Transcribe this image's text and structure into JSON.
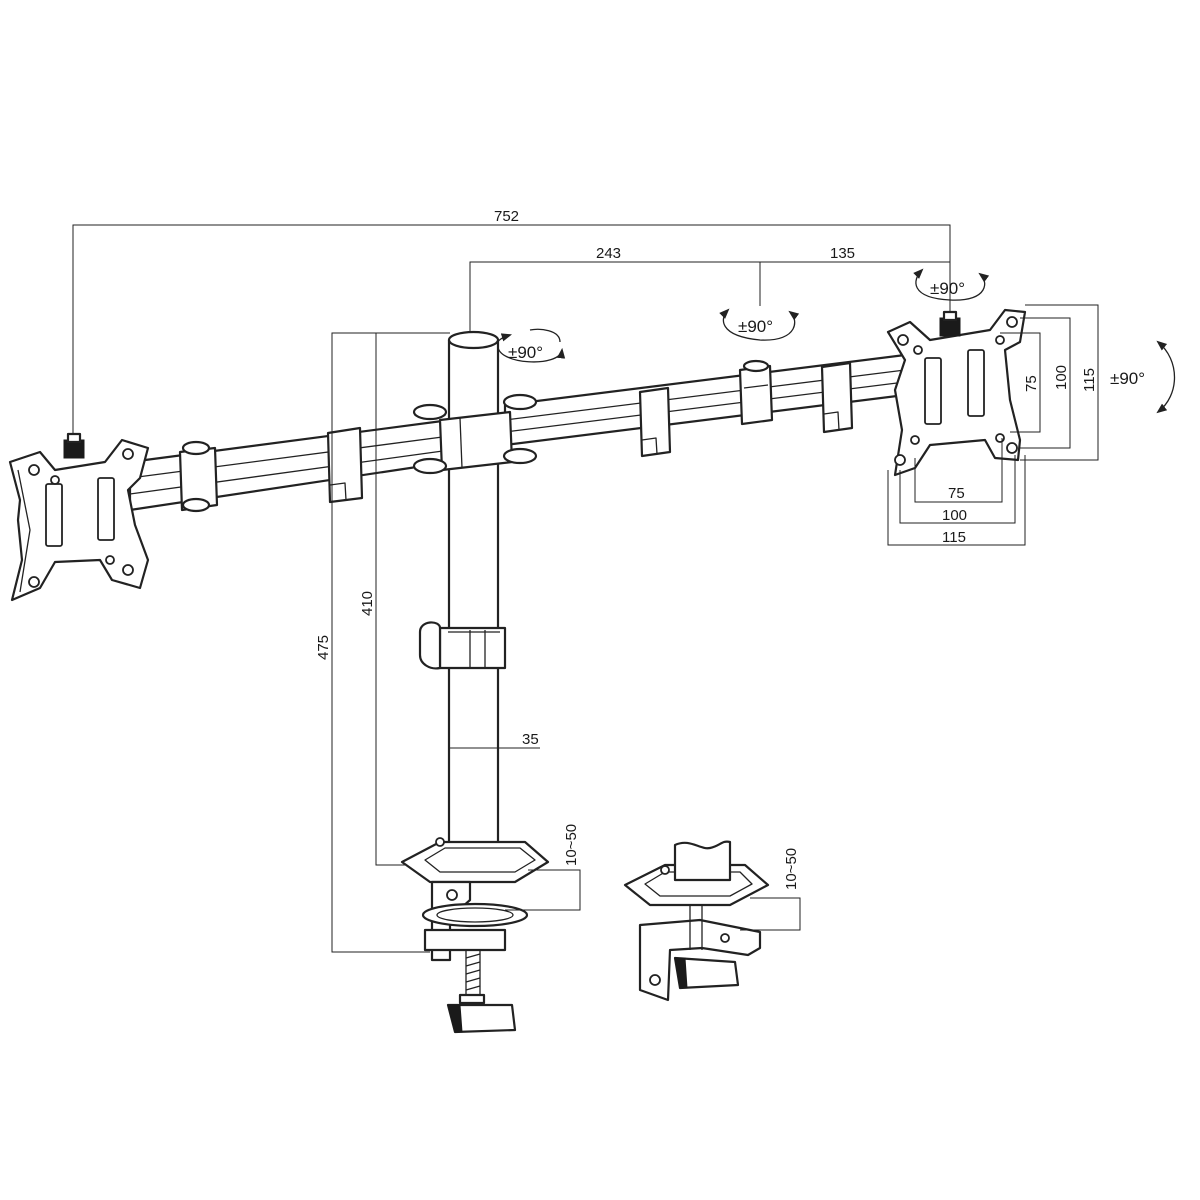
{
  "dimensions": {
    "total_width": "752",
    "arm_segment": "243",
    "arm_extension": "135",
    "vesa_small_w": "75",
    "vesa_mid_w": "100",
    "vesa_large_w": "115",
    "vesa_small_h": "75",
    "vesa_mid_h": "100",
    "vesa_large_h": "115",
    "pole_height": "475",
    "arm_height": "410",
    "pole_diameter": "35",
    "clamp_range_1": "10~50",
    "clamp_range_2": "10~50"
  },
  "rotations": {
    "pole_swivel": "±90°",
    "arm_swivel": "±90°",
    "head_swivel": "±90°",
    "tilt": "±90°"
  }
}
